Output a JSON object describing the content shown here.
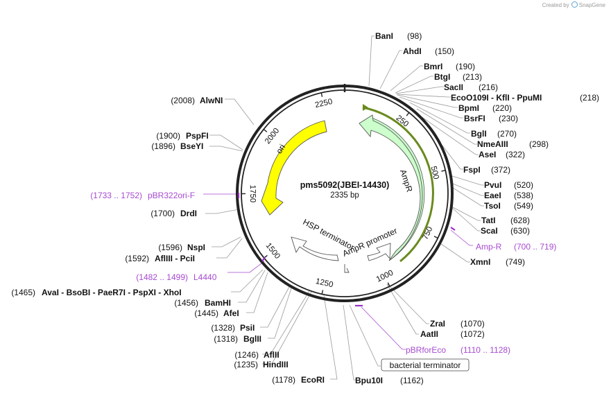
{
  "credit": {
    "prefix": "Created by",
    "brand": "SnapGene"
  },
  "plasmid": {
    "name": "pms5092(JBEI-14430)",
    "length_label": "2335 bp",
    "length": 2335
  },
  "ticks": [
    "250",
    "500",
    "750",
    "1000",
    "1250",
    "1500",
    "1750",
    "2000",
    "2250"
  ],
  "features": [
    {
      "name": "ori",
      "type": "rep_origin",
      "color": "#ffff00"
    },
    {
      "name": "AmpR",
      "type": "CDS",
      "color": "#ccffcc"
    },
    {
      "name": "AmpR promoter",
      "type": "promoter",
      "color": "#ffffff"
    },
    {
      "name": "HSP terminator",
      "type": "terminator",
      "color": "#ffffff"
    }
  ],
  "primers": [
    {
      "name": "pBR322ori-F",
      "range": "(1733 .. 1752)"
    },
    {
      "name": "L4440",
      "range": "(1482 .. 1499)"
    },
    {
      "name": "Amp-R",
      "range": "(700 .. 719)"
    },
    {
      "name": "pBRforEco",
      "range": "(1110 .. 1128)"
    }
  ],
  "boxed_features": [
    {
      "name": "bacterial terminator"
    }
  ],
  "sites_right": [
    {
      "name": "BanI",
      "pos": "(98)"
    },
    {
      "name": "AhdI",
      "pos": "(150)"
    },
    {
      "name": "BmrI",
      "pos": "(190)"
    },
    {
      "name": "BtgI",
      "pos": "(213)"
    },
    {
      "name": "SacII",
      "pos": "(216)"
    },
    {
      "name": "EcoO109I - KflI - PpuMI",
      "pos": "(218)"
    },
    {
      "name": "BpmI",
      "pos": "(220)"
    },
    {
      "name": "BsrFI",
      "pos": "(230)"
    },
    {
      "name": "BglI",
      "pos": "(270)"
    },
    {
      "name": "NmeAIII",
      "pos": "(298)"
    },
    {
      "name": "AseI",
      "pos": "(322)"
    },
    {
      "name": "FspI",
      "pos": "(372)"
    },
    {
      "name": "PvuI",
      "pos": "(520)"
    },
    {
      "name": "EaeI",
      "pos": "(538)"
    },
    {
      "name": "TsoI",
      "pos": "(549)"
    },
    {
      "name": "TatI",
      "pos": "(628)"
    },
    {
      "name": "ScaI",
      "pos": "(630)"
    },
    {
      "name": "XmnI",
      "pos": "(749)"
    },
    {
      "name": "ZraI",
      "pos": "(1070)"
    },
    {
      "name": "AatII",
      "pos": "(1072)"
    },
    {
      "name": "Bpu10I",
      "pos": "(1162)"
    }
  ],
  "sites_left": [
    {
      "name": "AlwNI",
      "pos": "(2008)"
    },
    {
      "name": "PspFI",
      "pos": "(1900)"
    },
    {
      "name": "BseYI",
      "pos": "(1896)"
    },
    {
      "name": "DrdI",
      "pos": "(1700)"
    },
    {
      "name": "NspI",
      "pos": "(1596)"
    },
    {
      "name": "AflIII - PciI",
      "pos": "(1592)"
    },
    {
      "name": "AvaI - BsoBI - PaeR7I - PspXI - XhoI",
      "pos": "(1465)"
    },
    {
      "name": "BamHI",
      "pos": "(1456)"
    },
    {
      "name": "AfeI",
      "pos": "(1445)"
    },
    {
      "name": "PsiI",
      "pos": "(1328)"
    },
    {
      "name": "BglII",
      "pos": "(1318)"
    },
    {
      "name": "AflII",
      "pos": "(1246)"
    },
    {
      "name": "HindIII",
      "pos": "(1235)"
    },
    {
      "name": "EcoRI",
      "pos": "(1178)"
    }
  ],
  "colors": {
    "backbone": "#222222",
    "leader": "#999999",
    "primer": "#9b2fc6",
    "ori": "#ffff00",
    "cds": "#ccffcc",
    "primer_text": "#a64ad0"
  }
}
